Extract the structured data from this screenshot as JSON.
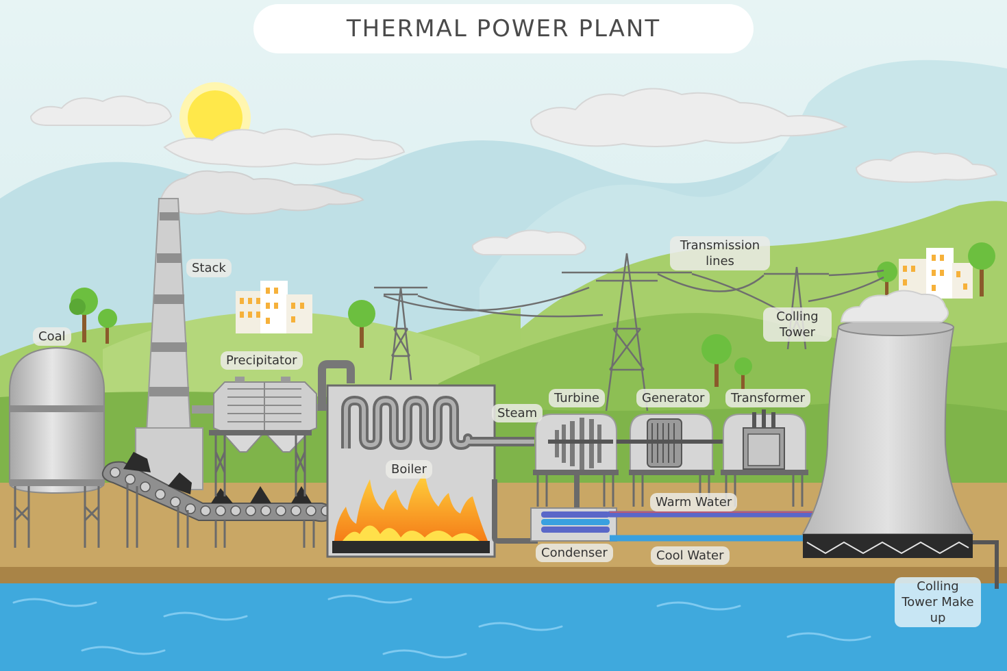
{
  "title": "THERMAL POWER PLANT",
  "labels": {
    "coal": "Coal",
    "stack": "Stack",
    "precipitator": "Precipitator",
    "steam": "Steam",
    "boiler": "Boiler",
    "turbine": "Turbine",
    "generator": "Generator",
    "transformer": "Transformer",
    "transmission_lines": "Transmission lines",
    "colling_tower": "Colling Tower",
    "warm_water": "Warm Water",
    "cool_water": "Cool Water",
    "condenser": "Condenser",
    "colling_tower_make_up": "Colling Tower Make up"
  },
  "colors": {
    "sky": "#d4ecef",
    "hill": "#8cc153",
    "ground": "#c9a765",
    "river": "#3fa9dd",
    "fire": "#f7a21b",
    "warm_pipe": "#5a67c8",
    "cool_pipe": "#39a0e0"
  }
}
